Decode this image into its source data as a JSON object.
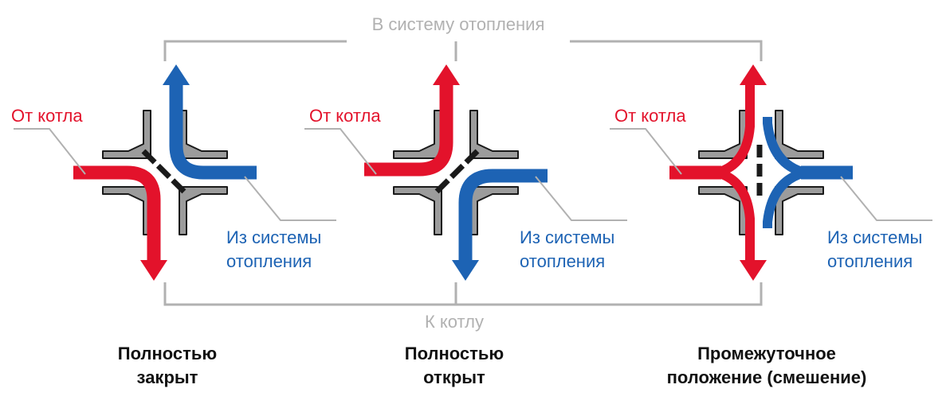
{
  "header_label": "В систему отопления",
  "footer_label": "К котлу",
  "colors": {
    "hot": "#e3122b",
    "cold": "#1d63b4",
    "frame": "#b1b1b1",
    "body": "#9c9c9c",
    "outline": "#1a1a1a",
    "caption": "#111111"
  },
  "valves": [
    {
      "state": "closed",
      "from_boiler_label": "От котла",
      "from_system_label_line1": "Из системы",
      "from_system_label_line2": "отопления",
      "caption_line1": "Полностью",
      "caption_line2": "закрыт"
    },
    {
      "state": "open",
      "from_boiler_label": "От котла",
      "from_system_label_line1": "Из системы",
      "from_system_label_line2": "отопления",
      "caption_line1": "Полностью",
      "caption_line2": "открыт"
    },
    {
      "state": "mixing",
      "from_boiler_label": "От котла",
      "from_system_label_line1": "Из системы",
      "from_system_label_line2": "отопления",
      "caption_line1": "Промежуточное",
      "caption_line2": "положение (смешение)"
    }
  ]
}
